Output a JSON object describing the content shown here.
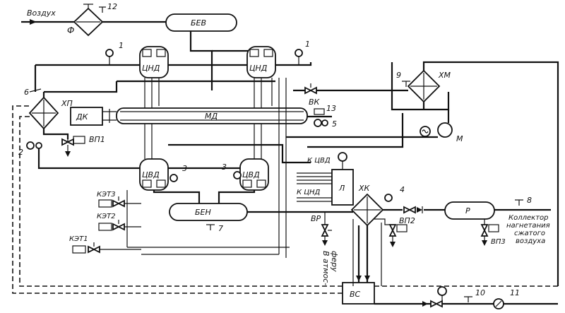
{
  "labels": {
    "air": "Воздух",
    "filter": "Ф",
    "bev": "БЕВ",
    "ben": "БЕН",
    "cnd": "ЦНД",
    "cvd": "ЦВД",
    "md": "МД",
    "dk": "ДК",
    "xp": "ХП",
    "xm": "ХМ",
    "xk": "ХК",
    "vk": "ВК",
    "l": "Л",
    "kcvd": "К ЦВД",
    "kcnd": "К ЦНД",
    "motor": "М",
    "receiver": "Р",
    "vs": "ВС",
    "vp1": "ВП1",
    "vp2": "ВП2",
    "vp3": "ВП3",
    "vr": "ВР",
    "ket1": "КЭТ1",
    "ket2": "КЭТ2",
    "ket3": "КЭТ3",
    "atm_line1": "В атмос-",
    "atm_line2": "феру",
    "collector_line1": "Коллектор",
    "collector_line2": "нагнетания",
    "collector_line3": "сжатого",
    "collector_line4": "воздуха",
    "n1a": "1",
    "n1b": "1",
    "n2": "2",
    "n3a": "3",
    "n3b": "3",
    "n4": "4",
    "n5": "5",
    "n6": "6",
    "n7": "7",
    "n8": "8",
    "n9": "9",
    "n10": "10",
    "n11": "11",
    "n12": "12",
    "n13": "13"
  }
}
